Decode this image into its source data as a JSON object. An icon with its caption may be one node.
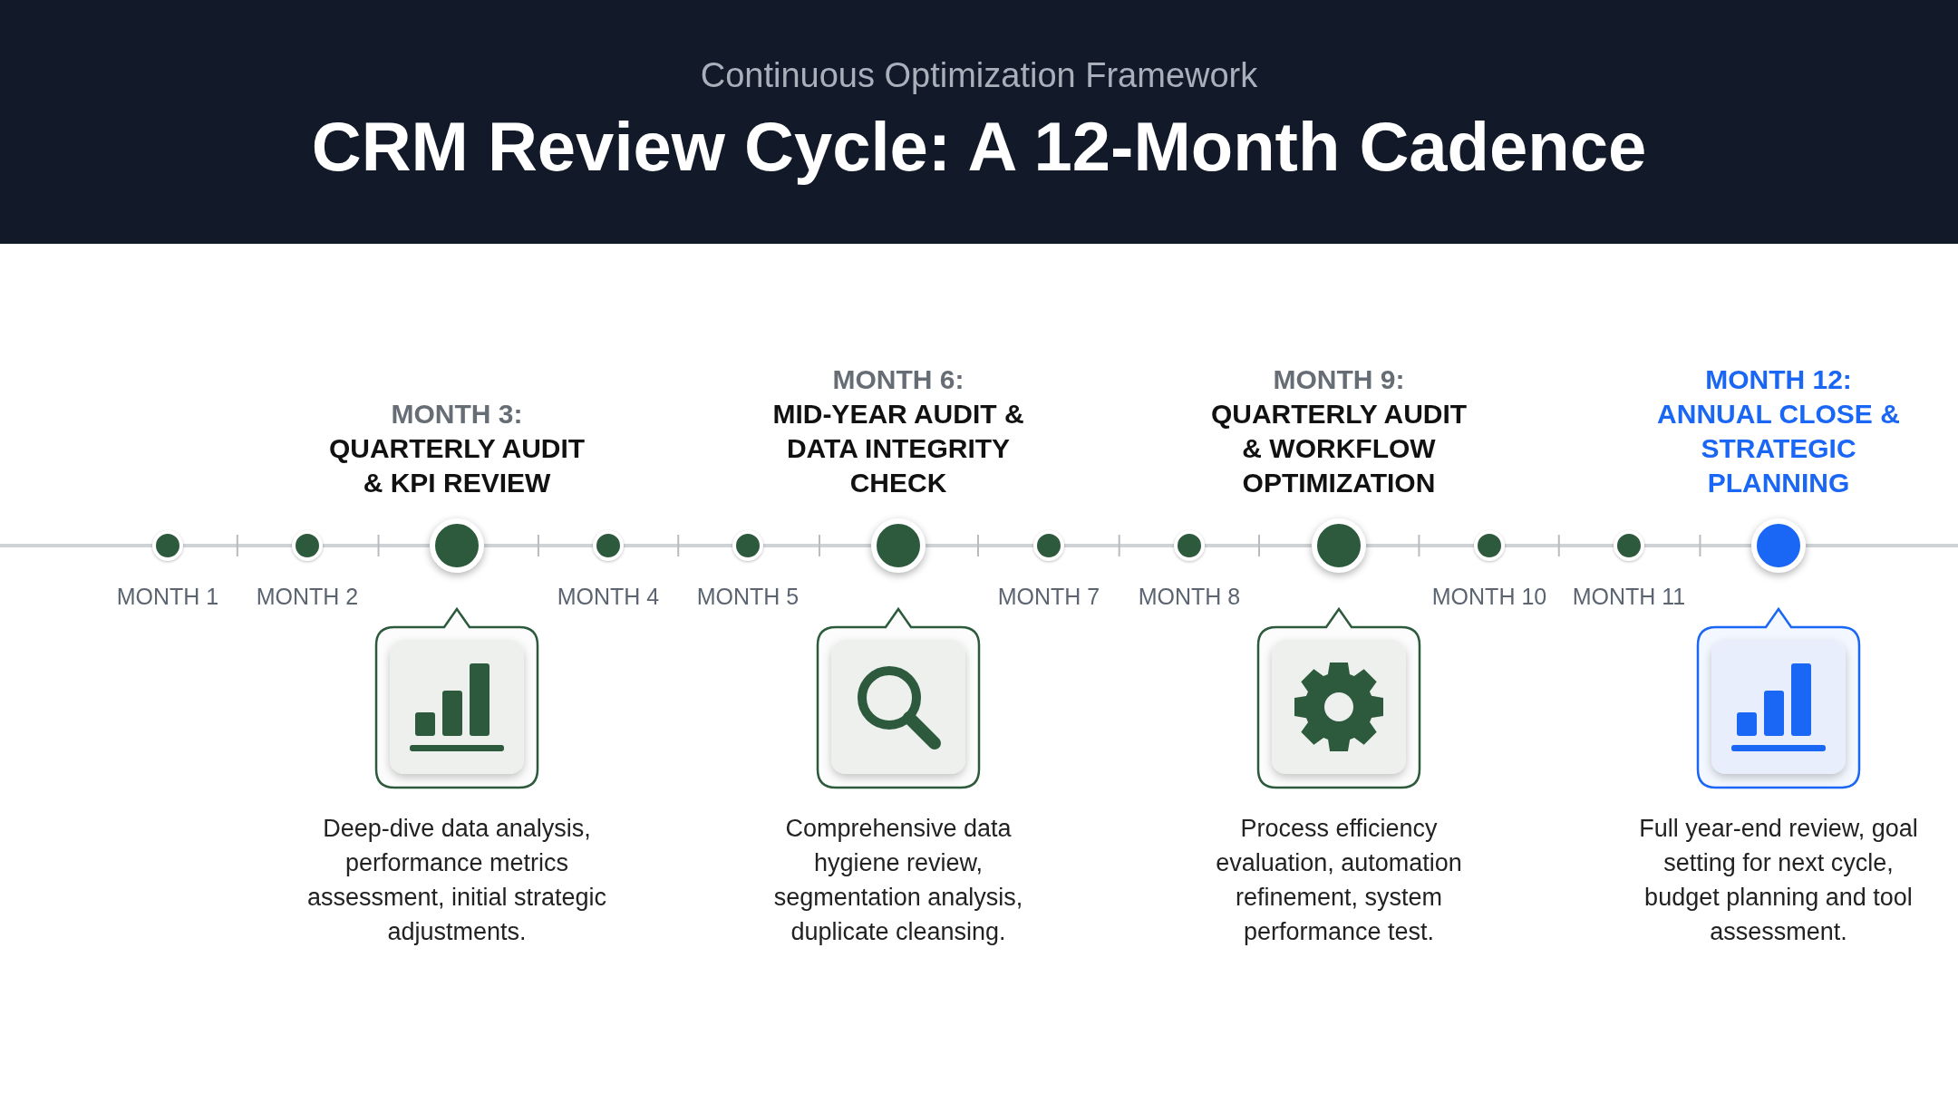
{
  "diagram": {
    "title": "CRM Review Cycle: A 12-Month Cadence",
    "caption": "Continuous Optimization Framework",
    "nodes": [
      {
        "text": [],
        "shape": "circle",
        "beside": [
          "MONTH 1"
        ]
      },
      {
        "text": [],
        "shape": "circle",
        "beside": [
          "MONTH 2"
        ]
      },
      {
        "text": [],
        "shape": "circle",
        "beside": [
          "MONTH 3:",
          "QUARTERLY AUDIT & KPI REVIEW"
        ]
      },
      {
        "text": [],
        "shape": "circle",
        "beside": [
          "MONTH 4"
        ]
      },
      {
        "text": [],
        "shape": "circle",
        "beside": [
          "MONTH 5"
        ]
      },
      {
        "text": [],
        "shape": "circle",
        "beside": [
          "MONTH 6:",
          "MID-YEAR AUDIT & DATA INTEGRITY CHECK"
        ]
      },
      {
        "text": [],
        "shape": "circle",
        "beside": [
          "MONTH 7"
        ]
      },
      {
        "text": [],
        "shape": "circle",
        "beside": [
          "MONTH 8"
        ]
      },
      {
        "text": [],
        "shape": "circle",
        "beside": [
          "MONTH 9:",
          "QUARTERLY AUDIT & WORKFLOW OPTIMIZATION"
        ]
      },
      {
        "text": [],
        "shape": "circle",
        "beside": [
          "MONTH 10"
        ]
      },
      {
        "text": [],
        "shape": "circle",
        "beside": [
          "MONTH 11"
        ]
      },
      {
        "text": [],
        "shape": "circle",
        "beside": [
          "MONTH 12:",
          "ANNUAL CLOSE & STRATEGIC PLANNING"
        ]
      },
      {
        "text": [],
        "shape": "box",
        "beside": [
          "Deep-dive data analysis, performance metrics assessment, initial strategic adjustments."
        ]
      },
      {
        "text": [],
        "shape": "box",
        "beside": [
          "Comprehensive data hygiene review, segmentation analysis, duplicate cleansing."
        ]
      },
      {
        "text": [],
        "shape": "box",
        "beside": [
          "Process efficiency evaluation, automation refinement, system performance test."
        ]
      },
      {
        "text": [],
        "shape": "box",
        "beside": [
          "Full year-end review, goal setting for next cycle, budget planning and tool assessment."
        ]
      }
    ]
  }
}
